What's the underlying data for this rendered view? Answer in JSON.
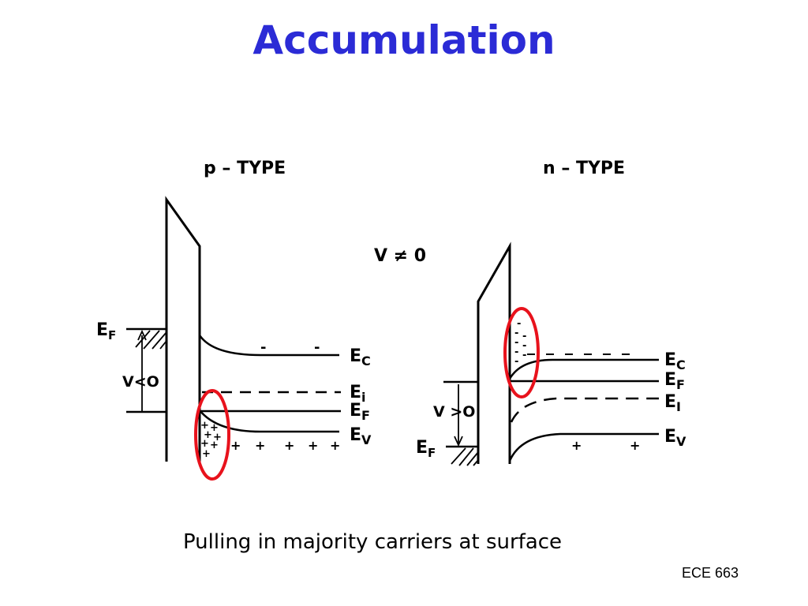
{
  "slide": {
    "title": "Accumulation",
    "caption": "Pulling in majority carriers at surface",
    "footer": "ECE 663"
  },
  "diagram": {
    "center_label": "V ≠ 0",
    "p_type": {
      "heading": "p – TYPE",
      "metal_fermi": "E",
      "metal_fermi_sub": "F",
      "voltage": "V<O",
      "ec": "E",
      "ec_sub": "C",
      "ei": "E",
      "ei_sub": "i",
      "ef": "E",
      "ef_sub": "F",
      "ev": "E",
      "ev_sub": "V",
      "electron_mark": "-",
      "hole_mark": "+"
    },
    "n_type": {
      "heading": "n – TYPE",
      "metal_fermi": "E",
      "metal_fermi_sub": "F",
      "voltage": "V >O",
      "ec": "E",
      "ec_sub": "C",
      "ef": "E",
      "ef_sub": "F",
      "ei": "E",
      "ei_sub": "I",
      "ev": "E",
      "ev_sub": "V",
      "electron_mark": "-",
      "hole_mark": "+"
    },
    "colors": {
      "title": "#2b2bd6",
      "highlight": "#e8121c",
      "line": "#000000"
    }
  }
}
